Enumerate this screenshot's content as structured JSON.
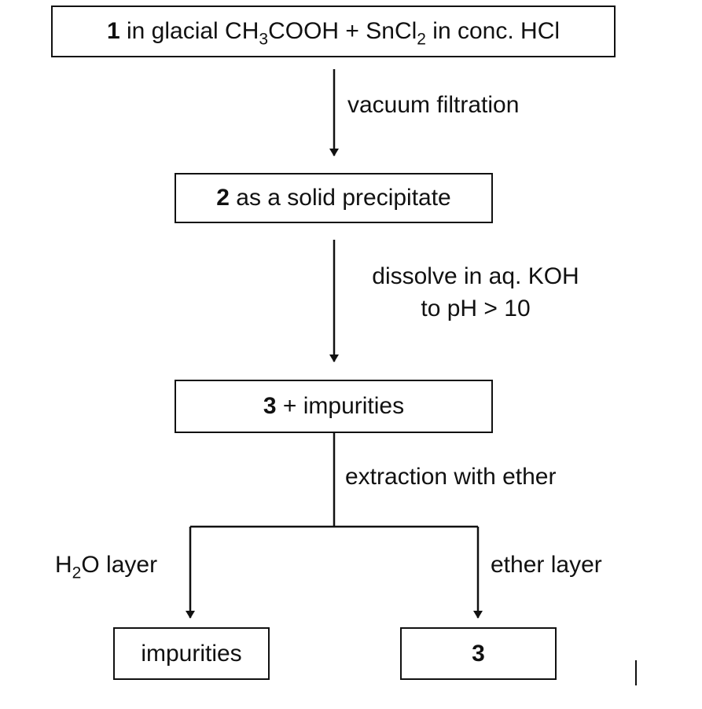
{
  "boxes": {
    "start": {
      "num": "1",
      "t1": " in glacial CH",
      "s1": "3",
      "t2": "COOH  +  SnCl",
      "s2": "2",
      "t3": " in conc. HCl"
    },
    "precipitate": {
      "num": "2",
      "text": " as a solid precipitate"
    },
    "mixture": {
      "num": "3",
      "text": " + impurities"
    },
    "impurities": {
      "text": "impurities"
    },
    "product": {
      "num": "3"
    }
  },
  "steps": {
    "step1": "vacuum filtration",
    "step2_line1": "dissolve in aq. KOH",
    "step2_line2": "to pH > 10",
    "step3": "extraction with ether"
  },
  "branches": {
    "left_pre": "H",
    "left_sub": "2",
    "left_post": "O layer",
    "right": "ether layer"
  },
  "colors": {
    "ink": "#111111",
    "background": "#ffffff"
  }
}
